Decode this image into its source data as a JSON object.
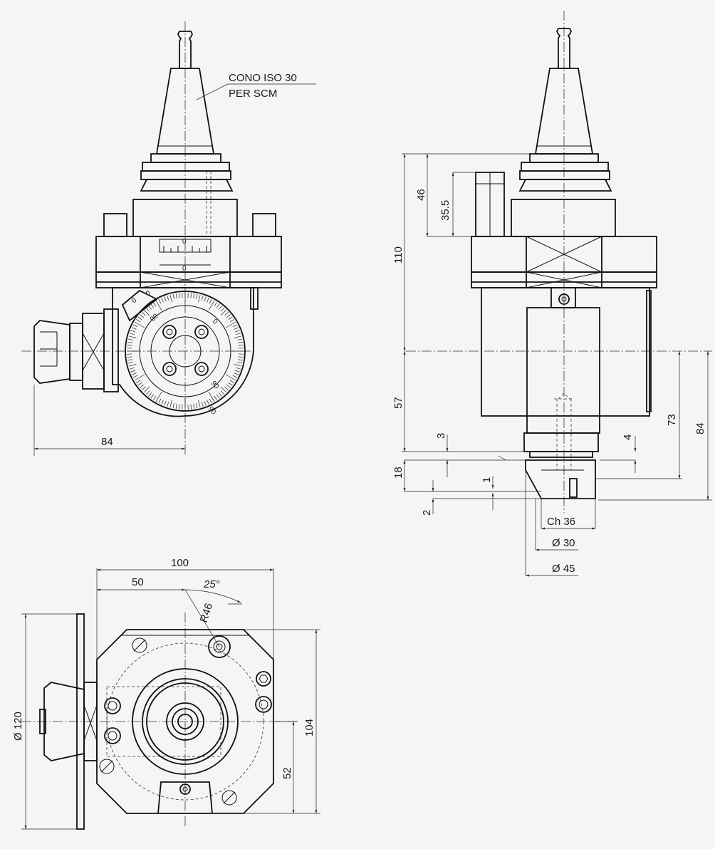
{
  "labels": {
    "cone_line1": "CONO  ISO 30",
    "cone_line2": "PER SCM",
    "d84_left": "84",
    "d46": "46",
    "d35_5": "35.5",
    "d110": "110",
    "d57": "57",
    "d3": "3",
    "d4": "4",
    "d18": "18",
    "d1": "1",
    "d2": "2",
    "d73": "73",
    "d84_right": "84",
    "ch36": "Ch 36",
    "dia30": "Ø 30",
    "dia45": "Ø 45",
    "d100": "100",
    "d50": "50",
    "a25": "25°",
    "r46": "R46",
    "dia120": "Ø 120",
    "d104": "104",
    "d52": "52"
  },
  "dial": {
    "mark_0": "0",
    "mark_90": "90",
    "mark_0b": "0",
    "mark_90b": "90",
    "vernier_0": "0",
    "vernier_0b": "0",
    "scale_0": "0",
    "scale_90": "90"
  }
}
